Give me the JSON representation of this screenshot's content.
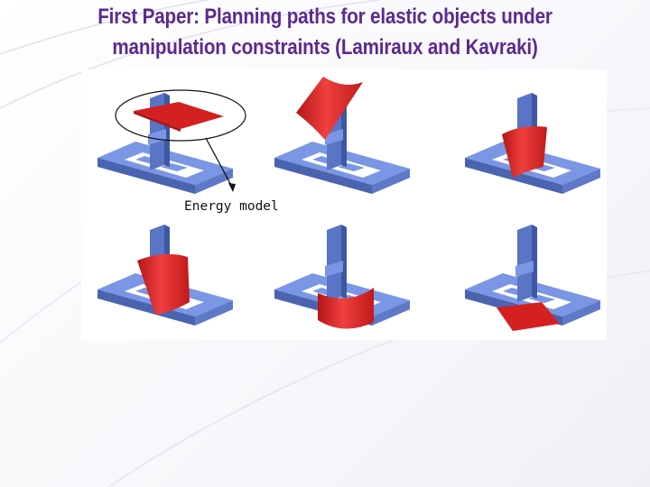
{
  "slide": {
    "title_line1": "First Paper: Planning paths for elastic objects under",
    "title_line2": "manipulation constraints  (Lamiraux and Kavraki)"
  },
  "figure": {
    "annotation": "Energy model",
    "panel_count": 6,
    "colors": {
      "fixture": "#6f8ede",
      "fixture_dark": "#4b64b0",
      "object": "#e02828",
      "object_dark": "#a81616"
    }
  }
}
